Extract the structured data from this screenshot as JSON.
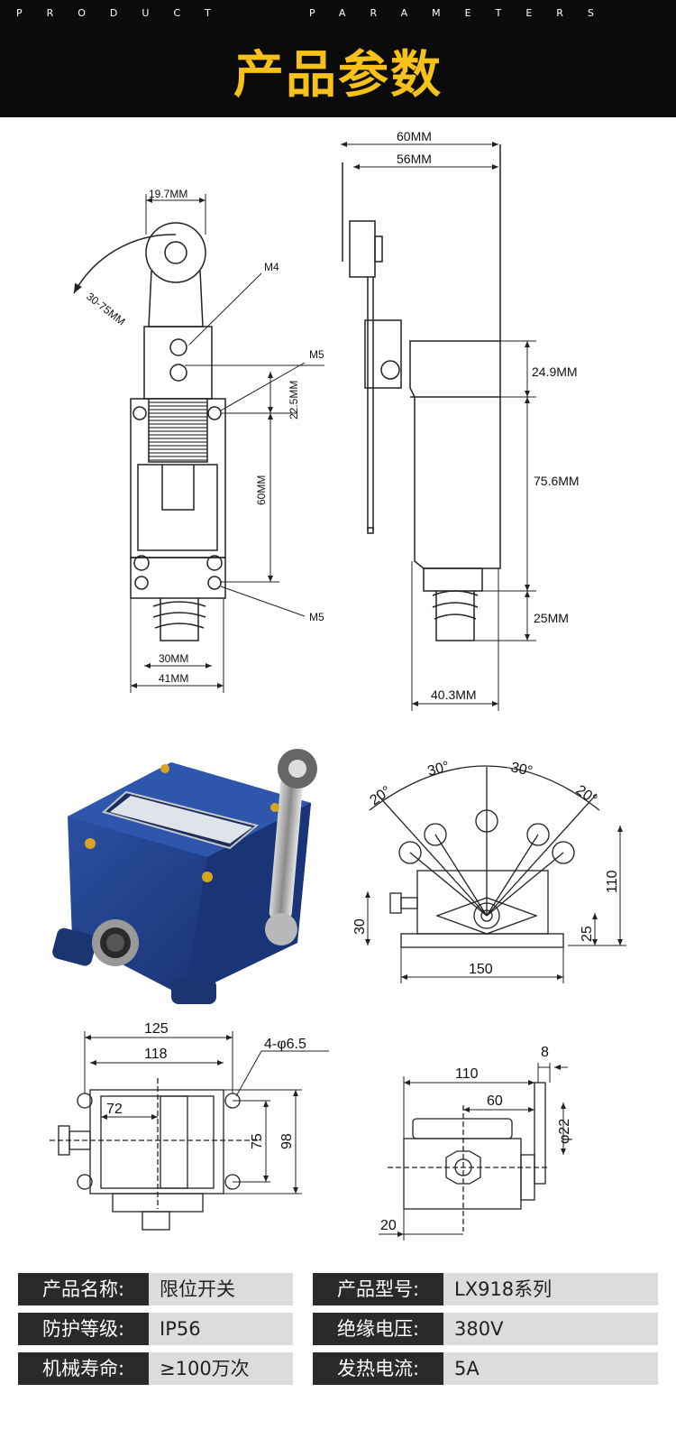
{
  "header": {
    "subtitle_left": "PRODUCT",
    "subtitle_right": "PARAMETERS",
    "title": "产品参数"
  },
  "drawing_top": {
    "front": {
      "dim_width_top": "19.7MM",
      "angle": "30-75MM",
      "m4": "M4",
      "m5_top": "M5",
      "dim_22": "22.5MM",
      "dim_60": "60MM",
      "m5_bottom": "M5",
      "dim_30": "30MM",
      "dim_41": "41MM"
    },
    "side": {
      "dim_60": "60MM",
      "dim_56": "56MM",
      "dim_24_9": "24.9MM",
      "dim_75_6": "75.6MM",
      "dim_25": "25MM",
      "dim_40_3": "40.3MM"
    }
  },
  "drawing_mid": {
    "angles": [
      "20°",
      "30°",
      "30°",
      "20°"
    ],
    "dim_110": "110",
    "dim_30": "30",
    "dim_25": "25",
    "dim_150": "150"
  },
  "drawing_bottom": {
    "left": {
      "dim_125": "125",
      "dim_118": "118",
      "holes": "4-φ6.5",
      "dim_72": "72",
      "dim_75": "75",
      "dim_98": "98"
    },
    "right": {
      "dim_8": "8",
      "dim_110": "110",
      "dim_60": "60",
      "dim_phi22": "φ22",
      "dim_20": "20"
    }
  },
  "specs": [
    {
      "label1": "产品名称:",
      "value1": "限位开关",
      "label2": "产品型号:",
      "value2": "LX918系列"
    },
    {
      "label1": "防护等级:",
      "value1": "IP56",
      "label2": "绝缘电压:",
      "value2": "380V"
    },
    {
      "label1": "机械寿命:",
      "value1": "≥100万次",
      "label2": "发热电流:",
      "value2": "5A"
    }
  ],
  "colors": {
    "header_bg": "#0b0b0b",
    "title": "#f6c21a",
    "label_bg": "#2a2a2a",
    "value_bg": "#dcdcdc",
    "switch_body": "#1f3d8a"
  }
}
